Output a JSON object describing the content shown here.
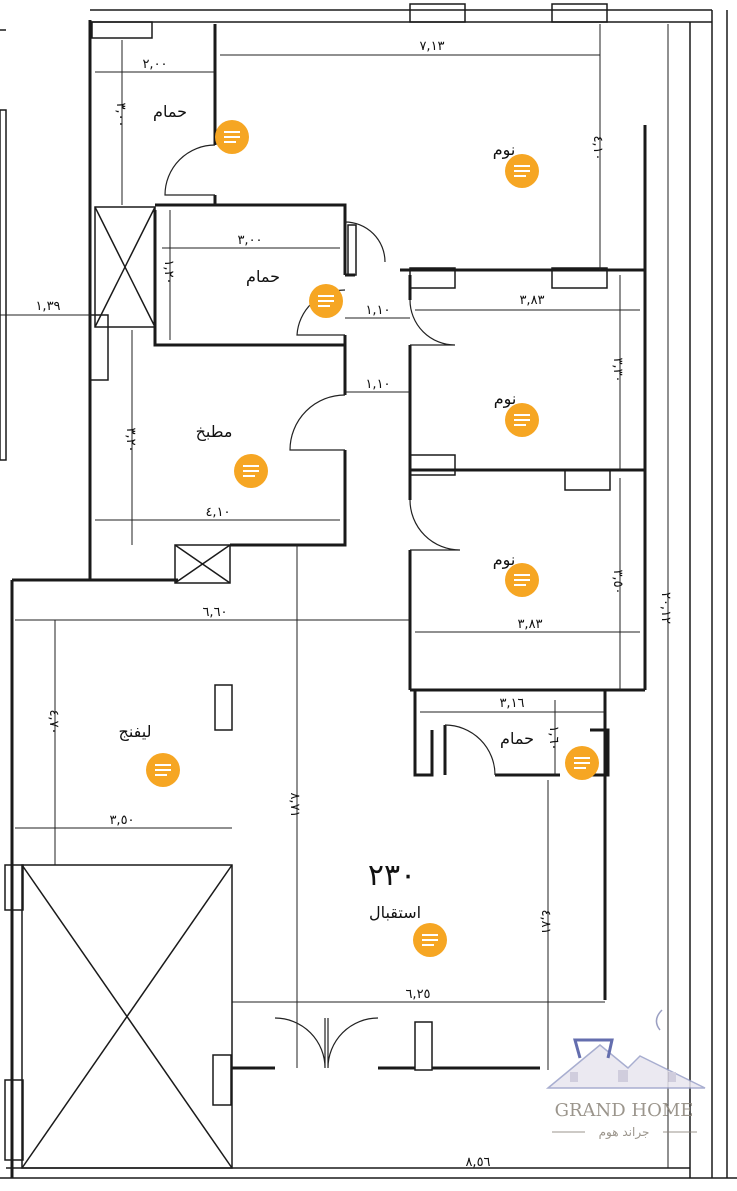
{
  "rooms": {
    "bath_top": "حمام",
    "bedroom_top": "نوم",
    "bath_mid": "حمام",
    "bedroom_mid": "نوم",
    "kitchen": "مطبخ",
    "bedroom_lower": "نوم",
    "living": "ليفنج",
    "bath_small": "حمام",
    "reception": "استقبال"
  },
  "area": "٢٣٠",
  "dimensions": {
    "d_213": "٧,١٣",
    "d_200": "٢,٠٠",
    "d_300a": "٣,٠٠",
    "d_410a": "٤,١٠",
    "d_139": "١,٣٩",
    "d_300b": "٣,٠٠",
    "d_120": "١,٢٠",
    "d_110a": "١,١٠",
    "d_383a": "٣,٨٣",
    "d_110b": "١,١٠",
    "d_330": "٣,٣٠",
    "d_320": "٣,٢٠",
    "d_410b": "٤,١٠",
    "d_350a": "٣,٥٠",
    "d_383b": "٣,٨٣",
    "d_660": "٦,٦٠",
    "d_470": "٤,٧٠",
    "d_316": "٣,١٦",
    "d_160": "١,٦٠",
    "d_871": "٨,٧١",
    "d_350b": "٣,٥٠",
    "d_481": "٤,٨١",
    "d_625": "٦,٢٥",
    "d_2012": "٢٠,١٢",
    "d_856": "٨,٥٦"
  },
  "logo": {
    "name_en": "GRAND HOME",
    "name_ar": "جراند هوم"
  },
  "colors": {
    "pin": "#f6a623",
    "pin_lines": "#ffffff",
    "wall": "#1a1a1a"
  }
}
